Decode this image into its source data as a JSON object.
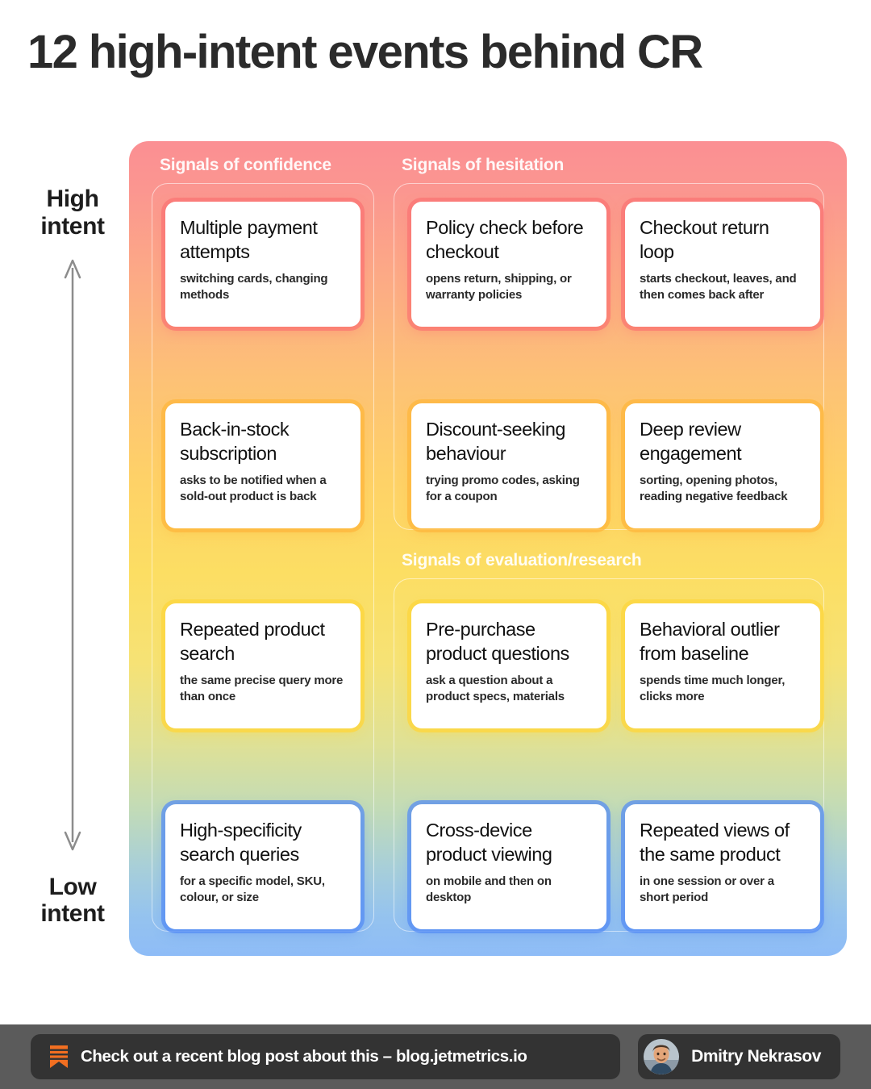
{
  "title": "12 high-intent events behind CR",
  "axis": {
    "high_label": "High\nintent",
    "high_label_line1": "High",
    "high_label_line2": "intent",
    "low_label_line1": "Low",
    "low_label_line2": "intent",
    "arrow_icon": "double-headed-vertical-arrow",
    "arrow_color": "#8c8c8c"
  },
  "panel": {
    "gradient_stops": [
      "#fb8f93",
      "#fdc176",
      "#fcde63",
      "#a8cfd8",
      "#8ebcf7"
    ],
    "gradient_direction": "top-to-bottom"
  },
  "groups": [
    {
      "id": "confidence",
      "title": "Signals of confidence"
    },
    {
      "id": "hesitation",
      "title": "Signals of hesitation"
    },
    {
      "id": "evaluation",
      "title": "Signals of evaluation/research"
    }
  ],
  "cards": [
    {
      "id": "multiple-payment-attempts",
      "group": "confidence",
      "title": "Multiple payment attempts",
      "subtitle": "switching cards, changing methods",
      "accent": "#fa6e70"
    },
    {
      "id": "policy-check-before-checkout",
      "group": "hesitation",
      "title": "Policy check before checkout",
      "subtitle": "opens return, shipping, or warranty policies",
      "accent": "#fa6e70"
    },
    {
      "id": "checkout-return-loop",
      "group": "hesitation",
      "title": "Checkout return loop",
      "subtitle": "starts checkout, leaves, and then comes back after",
      "accent": "#fa6e70"
    },
    {
      "id": "back-in-stock-subscription",
      "group": "confidence",
      "title": "Back-in-stock subscription",
      "subtitle": "asks to be notified when a sold-out product is back",
      "accent": "#fdb53c"
    },
    {
      "id": "discount-seeking-behaviour",
      "group": "hesitation",
      "title": "Discount-seeking behaviour",
      "subtitle": "trying promo codes, asking for a coupon",
      "accent": "#fdb53c"
    },
    {
      "id": "deep-review-engagement",
      "group": "hesitation",
      "title": "Deep review engagement",
      "subtitle": "sorting, opening photos, reading negative feedback",
      "accent": "#fdb53c"
    },
    {
      "id": "repeated-product-search",
      "group": "confidence",
      "title": "Repeated product search",
      "subtitle": "the same precise query more than once",
      "accent": "#fdd741"
    },
    {
      "id": "pre-purchase-product-questions",
      "group": "evaluation",
      "title": "Pre-purchase product questions",
      "subtitle": "ask a question about a product specs, materials",
      "accent": "#fdd741"
    },
    {
      "id": "behavioral-outlier-from-baseline",
      "group": "evaluation",
      "title": "Behavioral outlier from baseline",
      "subtitle": "spends time much longer, clicks more",
      "accent": "#fdd741"
    },
    {
      "id": "high-specificity-search-queries",
      "group": "confidence",
      "title": "High-specificity search queries",
      "subtitle": "for a specific model, SKU, colour, or size",
      "accent": "#548cf4"
    },
    {
      "id": "cross-device-product-viewing",
      "group": "evaluation",
      "title": "Cross-device product viewing",
      "subtitle": "on mobile and then on desktop",
      "accent": "#548cf4"
    },
    {
      "id": "repeated-views-of-the-same-product",
      "group": "evaluation",
      "title": "Repeated views of the same product",
      "subtitle": "in one session or over a short period",
      "accent": "#548cf4"
    }
  ],
  "footer": {
    "blog_icon": "bookmark-icon",
    "blog_icon_color": "#f26f21",
    "blog_text": "Check out a recent blog post about this – blog.jetmetrics.io",
    "author_avatar_icon": "avatar-photo",
    "author_name": "Dmitry Nekrasov",
    "bar_color": "#5b5b5b",
    "pill_color": "#333333"
  }
}
